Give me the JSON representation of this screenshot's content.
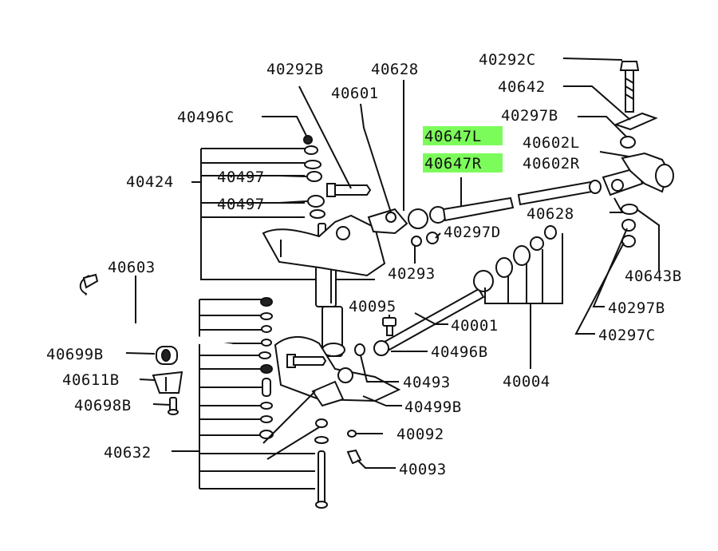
{
  "diagram": {
    "highlight_color": "#7CFC5A",
    "labels": {
      "l40292C": "40292C",
      "l40292B": "40292B",
      "l40628a": "40628",
      "l40601": "40601",
      "l40642": "40642",
      "l40496C": "40496C",
      "l40297B_a": "40297B",
      "l40647L": "40647L",
      "l40602L": "40602L",
      "l40647R": "40647R",
      "l40602R": "40602R",
      "l40424": "40424",
      "l40497a": "40497",
      "l40497b": "40497",
      "l40628b": "40628",
      "l40297D": "40297D",
      "l40293": "40293",
      "l40603": "40603",
      "l40643B": "40643B",
      "l40095": "40095",
      "l40297B_b": "40297B",
      "l40001": "40001",
      "l40297C": "40297C",
      "l40699B": "40699B",
      "l40496B": "40496B",
      "l40611B": "40611B",
      "l40493": "40493",
      "l40004": "40004",
      "l40698B": "40698B",
      "l40499B": "40499B",
      "l40092": "40092",
      "l40632": "40632",
      "l40093": "40093"
    }
  }
}
